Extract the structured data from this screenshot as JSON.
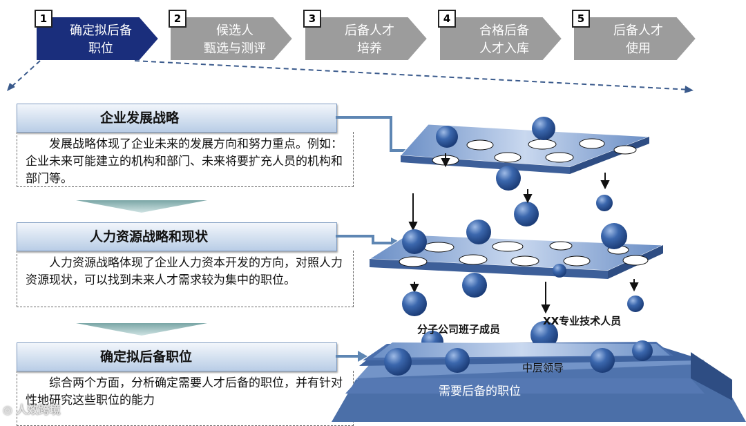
{
  "steps": [
    {
      "num": "1",
      "label": "确定拟后备\n职位",
      "active": true
    },
    {
      "num": "2",
      "label": "候选人\n甄选与测评",
      "active": false
    },
    {
      "num": "3",
      "label": "后备人才\n培养",
      "active": false
    },
    {
      "num": "4",
      "label": "合格后备\n人才入库",
      "active": false
    },
    {
      "num": "5",
      "label": "后备人才\n使用",
      "active": false
    }
  ],
  "sections": [
    {
      "title": "企业发展战略",
      "text": "发展战略体现了企业未来的发展方向和努力重点。例如：企业未来可能建立的机构和部门、未来将要扩充人员的机构和部门等。"
    },
    {
      "title": "人力资源战略和现状",
      "text": "人力资源战略体现了企业人力资本开发的方向，对照人力资源现状，可以找到未来人才需求较为集中的职位。"
    },
    {
      "title": "确定拟后备职位",
      "text": "综合两个方面，分析确定需要人才后备的职位，并有针对性地研究这些职位的能力"
    }
  ],
  "diagram": {
    "label_branch": "分子公司班子成员",
    "label_tech": "XX专业技术人员",
    "label_middle": "中层领导",
    "label_base": "需要后备的职位"
  },
  "colors": {
    "active": "#1a2e7c",
    "inactive": "#9c9c9c",
    "plate": "#4d6fa8",
    "ball": "#2a5496"
  },
  "watermark": "人效跨境"
}
